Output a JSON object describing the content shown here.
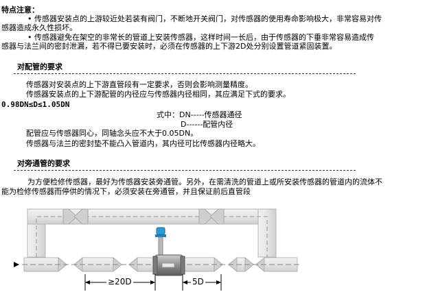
{
  "notes": {
    "heading": "特点注意：",
    "line1": "• 传感器安装点的上游较近处若装有阀门，不断地开关阀门，对传感器的使用寿命影响极大，非常容易对传",
    "line2": "感器造成永久性损坏。",
    "line3": "• 传感器避免在架空的非常长的管道上安装传感器，这样时间一长后，由于传感器的下垂非常容易造成传",
    "line4": "感器与法兰间的密封泄漏，若不得已要安装时，必须在传感器的上下游2D处分别设置管道紧固装置。"
  },
  "pipe_req": {
    "heading": "对配管的要求",
    "line1": "传感器对安装点的上下游直管段有一定要求，否则会影响测量精度。",
    "line2": "传感器安装点的上下游配管的内径应与传感器内径相同，其应满足下式的要求。",
    "formula": "0.98DN≤D≤1.05DN",
    "where1": "式中：DN-----传感器通径",
    "where2": "D------配管内径",
    "line3": "配管应与传感器同心，同轴念头应不大于0.05DN。",
    "line4": "传感器与法兰的密封垫不能凸入管道内，其内径可比传感器内径略大。"
  },
  "bypass_req": {
    "heading": "对旁通管的要求",
    "line1": "为方便检修传感器，最好为传感器安装旁通管。另外，在需清洗的管道上或所安装传感器的管道内的流体不",
    "line2": "能为检修传感器而停供的情况下，必须安装在旁通管，并且保证前后直管段"
  },
  "diagram": {
    "upstream_label": "≥20D",
    "downstream_label": "5D"
  },
  "colors": {
    "pipe_fill": "#dcdcdc",
    "pipe_edge": "#a8a8a8",
    "transmitter": "#2a9bd6",
    "sensor_body": "#9a9a9a"
  }
}
